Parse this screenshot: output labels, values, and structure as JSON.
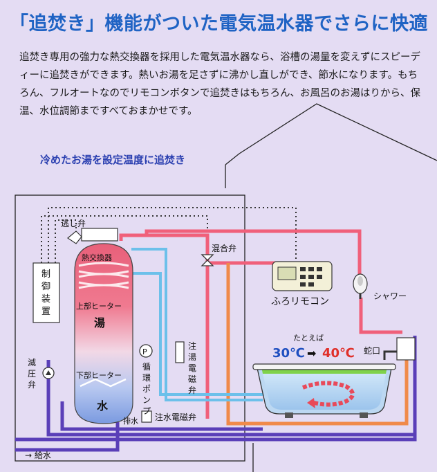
{
  "headline": "「追焚き」機能がついた電気温水器でさらに快適",
  "intro": "追焚き専用の強力な熱交換器を採用した電気温水器なら、浴槽の湯量を変えずにスピーディーに追焚きができます。熱いお湯を足さずに沸かし直しができ、節水になります。もちろん、フルオートなのでリモコンボタンで追焚きはもちろん、お風呂のお湯はりから、保温、水位調節まですべておまかせです。",
  "caption": "冷めたお湯を設定温度に追焚き",
  "labels": {
    "relief_valve": "逃し弁",
    "controller_chars": [
      "制",
      "御",
      "装",
      "置"
    ],
    "heat_exchanger": "熱交換器",
    "upper_heater": "上部ヒーター",
    "hot_water": "湯",
    "lower_heater": "下部ヒーター",
    "cold_water": "水",
    "pressure_valve_chars": [
      "減",
      "圧",
      "弁"
    ],
    "pump_symbol": "P",
    "pump_chars": [
      "循",
      "環",
      "ポ",
      "ン",
      "プ"
    ],
    "drain": "排水",
    "inlet_solenoid": "注水電磁弁",
    "hot_solenoid_chars": [
      "注",
      "湯",
      "電",
      "磁",
      "弁"
    ],
    "mixing_valve": "混合弁",
    "remote": "ふろリモコン",
    "shower": "シャワー",
    "example": "たとえば",
    "temp_from": "30℃",
    "temp_to": "40℃",
    "arrow": "➡",
    "faucet": "蛇口",
    "water_supply": "→ 給水"
  },
  "colors": {
    "headline": "#1f63c4",
    "hot_pipe": "#f0607a",
    "cold_pipe": "#5a3fb8",
    "circulation_pipe": "#6cc0ea",
    "orange_pipe": "#f08a4a",
    "temp_from": "#1f4fc0",
    "temp_to": "#e0302a"
  }
}
